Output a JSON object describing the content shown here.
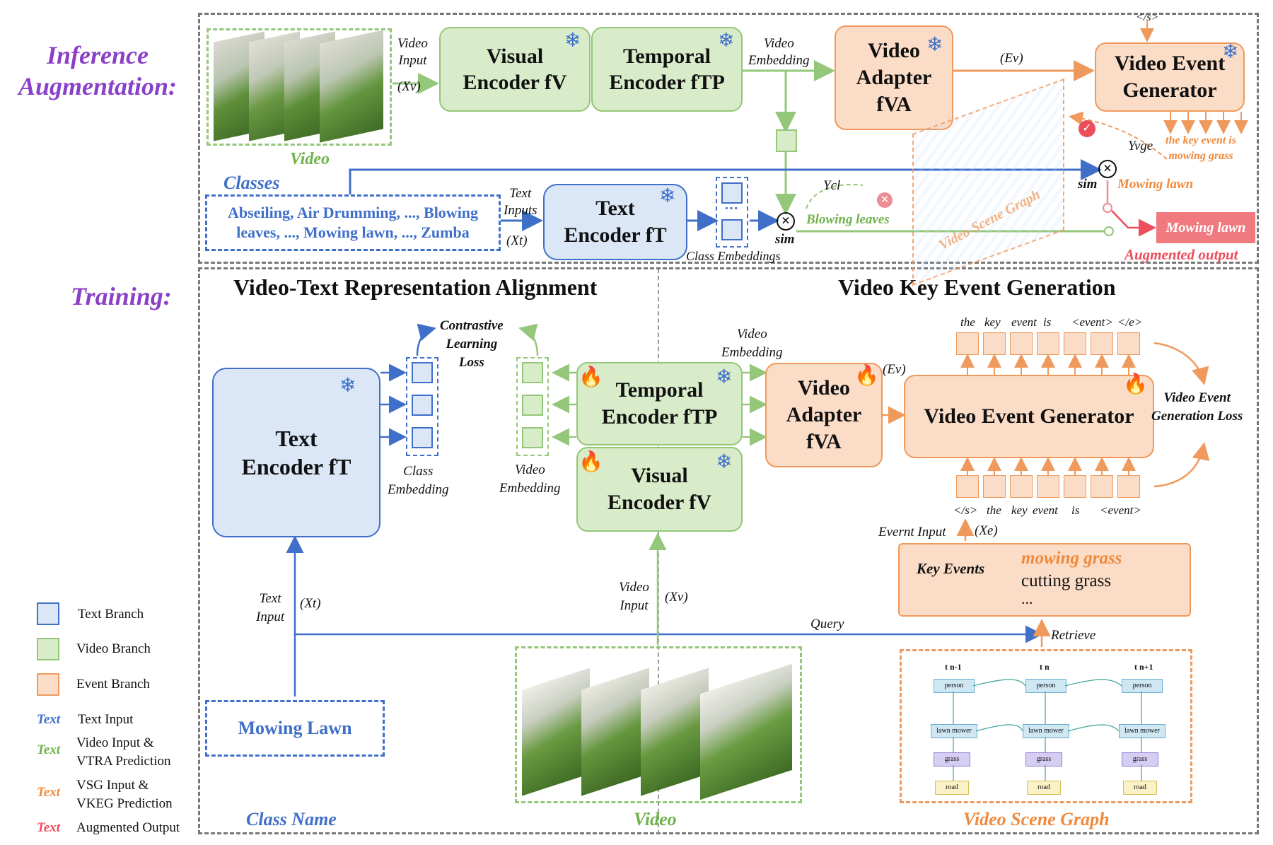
{
  "sections": {
    "inference": "Inference\nAugmentation:",
    "training": "Training:",
    "vtra_title": "Video-Text Representation Alignment",
    "vkeg_title": "Video Key Event Generation"
  },
  "inference": {
    "video_caption": "Video",
    "video_input": "Video\nInput",
    "xv": "(Xv)",
    "visual_encoder": "Visual\nEncoder fV",
    "temporal_encoder": "Temporal\nEncoder fTP",
    "video_embedding": "Video\nEmbedding",
    "video_adapter": "Video\nAdapter\nfVA",
    "ev": "(Ev)",
    "eos": "</s>",
    "video_event_generator": "Video Event\nGenerator",
    "key_event_text": "the key event is\nmowing grass",
    "yvge": "Yvge",
    "mowing_lawn_pred": "Mowing lawn",
    "sim_top": "sim",
    "classes_label": "Classes",
    "classes_text": "Abseiling,  Air Drumming, ..., Blowing\nleaves, ..., Mowing lawn, ..., Zumba",
    "text_inputs": "Text\nInputs",
    "xt": "(Xt)",
    "text_encoder": "Text\nEncoder fT",
    "class_embeddings": "Class Embeddings",
    "sim_bottom": "sim",
    "ycl": "Ycl",
    "blowing_leaves": "Blowing leaves",
    "vsg_watermark": "Video Scene Graph",
    "augmented_box": "Mowing lawn",
    "augmented_output": "Augmented output"
  },
  "training": {
    "text_encoder": "Text\nEncoder fT",
    "class_embedding": "Class\nEmbedding",
    "contrastive_loss": "Contrastive\nLearning\nLoss",
    "video_embedding": "Video\nEmbedding",
    "temporal_encoder": "Temporal\nEncoder fTP",
    "visual_encoder": "Visual\nEncoder fV",
    "video_embedding_top": "Video\nEmbedding",
    "video_adapter": "Video\nAdapter\nfVA",
    "ev": "(Ev)",
    "video_event_generator": "Video Event Generator",
    "vkeg_loss": "Video Event\nGeneration Loss",
    "out_tokens": [
      "the",
      "key",
      "event",
      "is",
      "<event>",
      "</e>"
    ],
    "in_tokens": [
      "</s>",
      "the",
      "key",
      "event",
      "is",
      "<event>"
    ],
    "event_input": "Evernt Input",
    "xe": "(Xe)",
    "key_events_label": "Key Events",
    "key_event_1": "mowing grass",
    "key_event_2": "cutting grass",
    "key_event_3": "...",
    "text_input": "Text\nInput",
    "xt": "(Xt)",
    "video_input": "Video\nInput",
    "xv": "(Xv)",
    "query": "Query",
    "retrieve": "Retrieve",
    "class_name_box": "Mowing Lawn",
    "class_name_caption": "Class Name",
    "video_caption": "Video",
    "vsg_caption": "Video Scene Graph",
    "sg_frames": [
      "t n-1",
      "t n",
      "t n+1"
    ],
    "sg_nodes": [
      "person",
      "lawn mower",
      "grass",
      "road"
    ]
  },
  "legend": {
    "text_branch": "Text Branch",
    "video_branch": "Video Branch",
    "event_branch": "Event Branch",
    "key_text": "Text",
    "text_input": "Text Input",
    "video_input": "Video Input &\nVTRA Prediction",
    "vsg_input": "VSG Input &\nVKEG Prediction",
    "augmented": "Augmented Output"
  },
  "colors": {
    "purple": "#8a3fc8",
    "blue": "#3f6fc9",
    "green": "#94c77a",
    "orange": "#ef9a5c",
    "red": "#ec4e5c"
  }
}
